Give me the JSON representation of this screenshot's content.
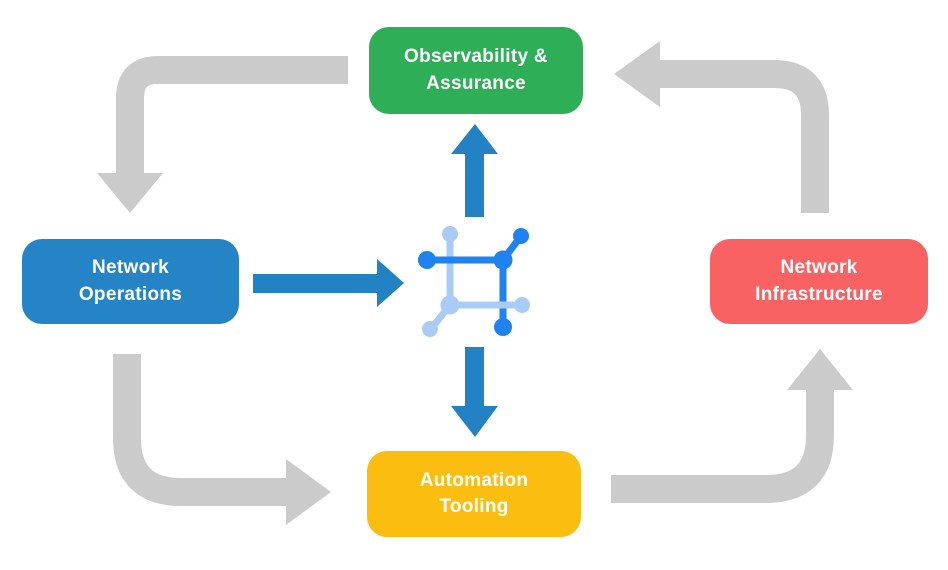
{
  "diagram": {
    "nodes": [
      {
        "id": "observability-assurance",
        "line1": "Observability &",
        "line2": "Assurance",
        "color": "#2EAE57"
      },
      {
        "id": "network-operations",
        "line1": "Network",
        "line2": "Operations",
        "color": "#2484C6"
      },
      {
        "id": "network-infrastructure",
        "line1": "Network",
        "line2": "Infrastructure",
        "color": "#F96262"
      },
      {
        "id": "automation-tooling",
        "line1": "Automation",
        "line2": "Tooling",
        "color": "#FCBD11"
      }
    ],
    "center_icon": "network-fabric-icon",
    "arrows": {
      "gray_cycle": [
        "assurance-to-operations",
        "operations-to-tooling",
        "tooling-to-infrastructure",
        "infrastructure-to-assurance"
      ],
      "blue_spokes": [
        "operations-to-center",
        "center-to-assurance",
        "center-to-tooling"
      ]
    },
    "palette": {
      "green": "#2EAE57",
      "blue": "#2484C6",
      "red": "#F96262",
      "yellow": "#FCBD11",
      "gray_arrow": "#CBCBCB",
      "blue_arrow": "#2382C3",
      "icon_dark_blue": "#1E82F0",
      "icon_light_blue": "#A9CCF5",
      "text": "#FFFFFF",
      "background": "#FFFFFF"
    }
  }
}
